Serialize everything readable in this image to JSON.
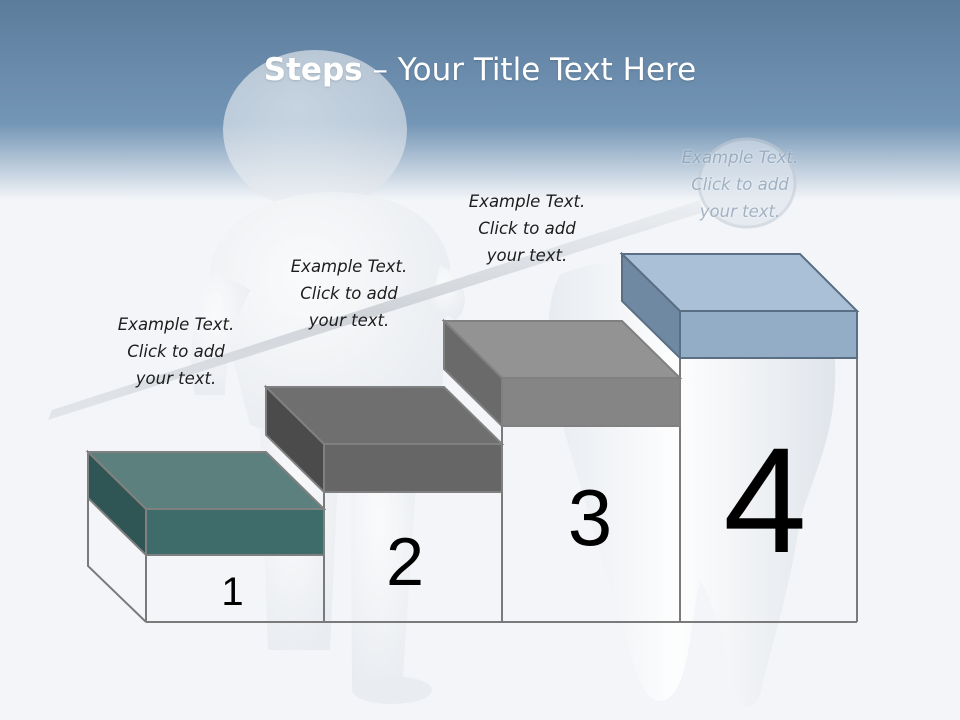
{
  "title": {
    "bold": "Steps",
    "rest": " – Your Title Text Here"
  },
  "steps": [
    {
      "number": "1",
      "line1": "Example Text.",
      "line2": "Click  to add",
      "line3": "your text.",
      "color": "#3e6c6a"
    },
    {
      "number": "2",
      "line1": "Example Text.",
      "line2": "Click  to add",
      "line3": "your text.",
      "color": "#666666"
    },
    {
      "number": "3",
      "line1": "Example Text.",
      "line2": "Click  to add",
      "line3": "your text.",
      "color": "#858585"
    },
    {
      "number": "4",
      "line1": "Example Text.",
      "line2": "Click  to add",
      "line3": "your text.",
      "color": "#93adc6"
    }
  ],
  "colors": {
    "header": "#6a8bab",
    "background": "#f3f5f8"
  }
}
